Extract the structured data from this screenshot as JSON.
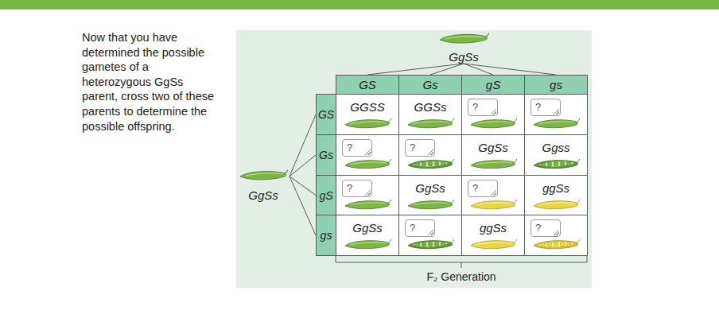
{
  "diagram": {
    "nodes": [
      {
        "text": [
          "GgSs"
        ]
      },
      {
        "text": [
          "GS"
        ]
      },
      {
        "text": [
          "Gs"
        ]
      },
      {
        "text": [
          "gS"
        ]
      },
      {
        "text": [
          "gs"
        ]
      },
      {
        "text": [
          "GS"
        ]
      },
      {
        "text": [
          "GGSS"
        ]
      },
      {
        "text": [
          "GGSs"
        ]
      },
      {
        "text": [
          "?"
        ]
      },
      {
        "text": [
          "?"
        ]
      },
      {
        "text": [
          "Gs"
        ]
      },
      {
        "text": [
          "?"
        ]
      },
      {
        "text": [
          "?"
        ]
      },
      {
        "text": [
          "GgSs"
        ]
      },
      {
        "text": [
          "Ggss"
        ]
      },
      {
        "text": [
          "GgSs"
        ]
      },
      {
        "text": [
          "gS"
        ]
      },
      {
        "text": [
          "?"
        ]
      },
      {
        "text": [
          "GgSs"
        ]
      },
      {
        "text": [
          "?"
        ]
      },
      {
        "text": [
          "ggSs"
        ]
      },
      {
        "text": [
          "gs"
        ]
      },
      {
        "text": [
          "GgSs"
        ]
      },
      {
        "text": [
          "?"
        ]
      },
      {
        "text": [
          "ggSs"
        ]
      },
      {
        "text": [
          "?"
        ]
      }
    ],
    "edges": [
      {
        "from": 0,
        "to": 1,
        "arrow": "none"
      },
      {
        "from": 0,
        "to": 2,
        "arrow": "none"
      },
      {
        "from": 0,
        "to": 3,
        "arrow": "none"
      },
      {
        "from": 0,
        "to": 4,
        "arrow": "none"
      },
      {
        "from": 15,
        "to": 5,
        "arrow": "none"
      },
      {
        "from": 15,
        "to": 10,
        "arrow": "none"
      },
      {
        "from": 15,
        "to": 16,
        "arrow": "none"
      },
      {
        "from": 15,
        "to": 21,
        "arrow": "none"
      }
    ],
    "labels": [
      "Now that you have determined the possible gametes of a heterozygous GgSs parent, cross two of these parents to determine the possible offspring.",
      "F₂ Generation"
    ]
  }
}
